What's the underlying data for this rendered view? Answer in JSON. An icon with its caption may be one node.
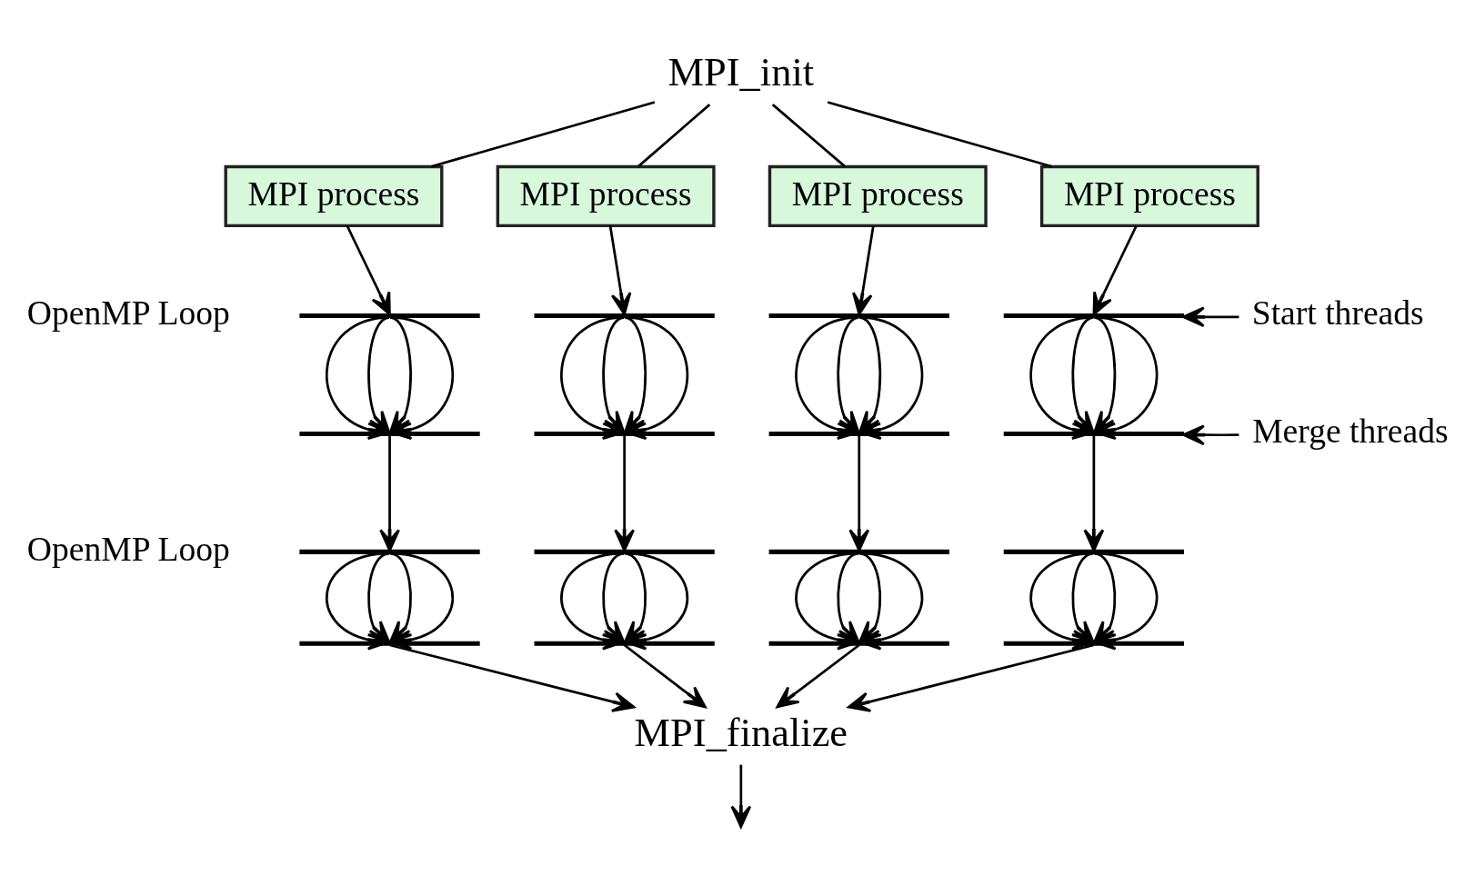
{
  "diagram": {
    "nodes": [
      {
        "text": [
          "MPI_init"
        ]
      },
      {
        "text": [
          "MPI process"
        ]
      },
      {
        "text": [
          "MPI process"
        ]
      },
      {
        "text": [
          "MPI process"
        ]
      },
      {
        "text": [
          "MPI process"
        ]
      },
      {
        "text": [],
        "shape": "bar"
      },
      {
        "text": [],
        "shape": "bar"
      },
      {
        "text": [],
        "shape": "bar"
      },
      {
        "text": [],
        "shape": "bar"
      },
      {
        "text": [
          "Start threads"
        ]
      },
      {
        "text": [],
        "shape": "bar"
      },
      {
        "text": [],
        "shape": "bar"
      },
      {
        "text": [],
        "shape": "bar"
      },
      {
        "text": [],
        "shape": "bar"
      },
      {
        "text": [
          "Merge threads"
        ]
      },
      {
        "text": [],
        "shape": "bar"
      },
      {
        "text": [],
        "shape": "bar"
      },
      {
        "text": [],
        "shape": "bar"
      },
      {
        "text": [],
        "shape": "bar"
      },
      {
        "text": [],
        "shape": "bar"
      },
      {
        "text": [],
        "shape": "bar"
      },
      {
        "text": [],
        "shape": "bar"
      },
      {
        "text": [],
        "shape": "bar"
      },
      {
        "text": [
          "MPI_finalize"
        ]
      }
    ],
    "edges": [
      {
        "from": 0,
        "to": 1,
        "arrow": "none"
      },
      {
        "from": 0,
        "to": 2,
        "arrow": "none"
      },
      {
        "from": 0,
        "to": 3,
        "arrow": "none"
      },
      {
        "from": 0,
        "to": 4,
        "arrow": "none"
      },
      {
        "from": 1,
        "to": 5,
        "arrow": "to"
      },
      {
        "from": 2,
        "to": 6,
        "arrow": "to"
      },
      {
        "from": 3,
        "to": 7,
        "arrow": "to"
      },
      {
        "from": 4,
        "to": 8,
        "arrow": "to"
      },
      {
        "from": 5,
        "to": 10,
        "arrow": "to"
      },
      {
        "from": 5,
        "to": 10,
        "arrow": "to"
      },
      {
        "from": 5,
        "to": 10,
        "arrow": "to"
      },
      {
        "from": 5,
        "to": 10,
        "arrow": "to"
      },
      {
        "from": 6,
        "to": 11,
        "arrow": "to"
      },
      {
        "from": 6,
        "to": 11,
        "arrow": "to"
      },
      {
        "from": 6,
        "to": 11,
        "arrow": "to"
      },
      {
        "from": 6,
        "to": 11,
        "arrow": "to"
      },
      {
        "from": 7,
        "to": 12,
        "arrow": "to"
      },
      {
        "from": 7,
        "to": 12,
        "arrow": "to"
      },
      {
        "from": 7,
        "to": 12,
        "arrow": "to"
      },
      {
        "from": 7,
        "to": 12,
        "arrow": "to"
      },
      {
        "from": 8,
        "to": 13,
        "arrow": "to"
      },
      {
        "from": 8,
        "to": 13,
        "arrow": "to"
      },
      {
        "from": 8,
        "to": 13,
        "arrow": "to"
      },
      {
        "from": 8,
        "to": 13,
        "arrow": "to"
      },
      {
        "from": 9,
        "to": 8,
        "arrow": "to"
      },
      {
        "from": 14,
        "to": 13,
        "arrow": "to"
      },
      {
        "from": 10,
        "to": 15,
        "arrow": "to"
      },
      {
        "from": 11,
        "to": 16,
        "arrow": "to"
      },
      {
        "from": 12,
        "to": 17,
        "arrow": "to"
      },
      {
        "from": 13,
        "to": 18,
        "arrow": "to"
      },
      {
        "from": 15,
        "to": 19,
        "arrow": "to"
      },
      {
        "from": 15,
        "to": 19,
        "arrow": "to"
      },
      {
        "from": 15,
        "to": 19,
        "arrow": "to"
      },
      {
        "from": 15,
        "to": 19,
        "arrow": "to"
      },
      {
        "from": 16,
        "to": 20,
        "arrow": "to"
      },
      {
        "from": 16,
        "to": 20,
        "arrow": "to"
      },
      {
        "from": 16,
        "to": 20,
        "arrow": "to"
      },
      {
        "from": 16,
        "to": 20,
        "arrow": "to"
      },
      {
        "from": 17,
        "to": 21,
        "arrow": "to"
      },
      {
        "from": 17,
        "to": 21,
        "arrow": "to"
      },
      {
        "from": 17,
        "to": 21,
        "arrow": "to"
      },
      {
        "from": 17,
        "to": 21,
        "arrow": "to"
      },
      {
        "from": 18,
        "to": 22,
        "arrow": "to"
      },
      {
        "from": 18,
        "to": 22,
        "arrow": "to"
      },
      {
        "from": 18,
        "to": 22,
        "arrow": "to"
      },
      {
        "from": 18,
        "to": 22,
        "arrow": "to"
      },
      {
        "from": 19,
        "to": 23,
        "arrow": "to"
      },
      {
        "from": 20,
        "to": 23,
        "arrow": "to"
      },
      {
        "from": 21,
        "to": 23,
        "arrow": "to"
      },
      {
        "from": 22,
        "to": 23,
        "arrow": "to"
      },
      {
        "from": 23,
        "to": null,
        "arrow": "to"
      }
    ],
    "labels": [
      "OpenMP Loop",
      "OpenMP Loop"
    ]
  }
}
